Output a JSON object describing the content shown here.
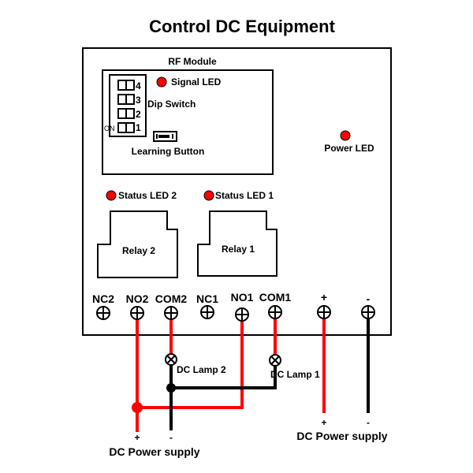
{
  "title": "Control DC Equipment",
  "rf_module": {
    "label": "RF Module",
    "signal_led": "Signal LED",
    "dip_switch": "Dip Switch",
    "dip_numbers": [
      "4",
      "3",
      "2",
      "1"
    ],
    "dip_on": "ON",
    "learning_button": "Learning Button"
  },
  "power_led": "Power LED",
  "status_leds": [
    "Status LED 2",
    "Status LED 1"
  ],
  "relays": [
    "Relay 2",
    "Relay 1"
  ],
  "terminals": [
    "NC2",
    "NO2",
    "COM2",
    "NC1",
    "NO1",
    "COM1",
    "+",
    "-"
  ],
  "lamps": [
    "DC Lamp 2",
    "DC Lamp 1"
  ],
  "supplies": [
    {
      "plus": "+",
      "minus": "-",
      "label": "DC Power supply"
    },
    {
      "plus": "+",
      "minus": "-",
      "label": "DC Power supply"
    }
  ],
  "colors": {
    "led": "#ff0000",
    "positive_wire": "#ff0000",
    "negative_wire": "#000000"
  }
}
